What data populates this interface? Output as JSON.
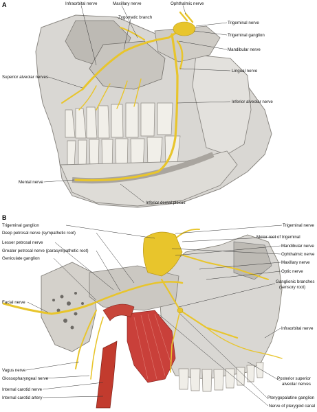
{
  "panel_a": {
    "label": "A",
    "labels": {
      "infraorbital_nerve": "Infraorbital nerve",
      "maxillary_nerve": "Maxillary nerve",
      "ophthalmic_nerve": "Ophthalmic nerve",
      "zygomatic_branch": "Zygomatic branch",
      "trigeminal_nerve": "Trigeminal nerve",
      "trigeminal_ganglion": "Trigeminal ganglion",
      "mandibular_nerve": "Mandibular nerve",
      "superior_alveolar_nerves": "Superior alveolar nerves",
      "lingual_nerve": "Lingual nerve",
      "inferior_alveolar_nerve": "Inferior alveolar nerve",
      "mental_nerve": "Mental nerve",
      "inferior_dental_plexus": "Inferior dental plexus"
    }
  },
  "panel_b": {
    "label": "B",
    "labels": {
      "trigeminal_ganglion": "Trigeminal ganglion",
      "deep_petrosal_nerve": "Deep petrosal nerve (sympathetic root)",
      "lesser_petrosal_nerve": "Lesser petrosal nerve",
      "greater_petrosal_nerve": "Greater petrosal nerve (parasympathetic root)",
      "geniculate_ganglion": "Geniculate ganglion",
      "facial_nerve": "Facial nerve",
      "vagus_nerve": "Vagus nerve",
      "glossopharyngeal_nerve": "Glossopharyngeal nerve",
      "internal_carotid_nerve": "Internal carotid nerve",
      "internal_carotid_artery": "Internal carotid artery",
      "trigeminal_nerve": "Trigeminal nerve",
      "motor_root": "Motor root of trigeminal",
      "mandibular_nerve": "Mandibular nerve",
      "ophthalmic_nerve": "Ophthalmic nerve",
      "maxillary_nerve": "Maxillary nerve",
      "optic_nerve": "Optic nerve",
      "ganglionic_branches_1": "Ganglionic branches",
      "ganglionic_branches_2": "(sensory root)",
      "infraorbital_nerve": "Infraorbital nerve",
      "posterior_superior_1": "Posterior superior",
      "posterior_superior_2": "alveolar nerves",
      "pterygopalatine_ganglion": "Pterygopalatine ganglion",
      "nerve_pterygoid_canal": "Nerve of pterygoid canal"
    }
  }
}
